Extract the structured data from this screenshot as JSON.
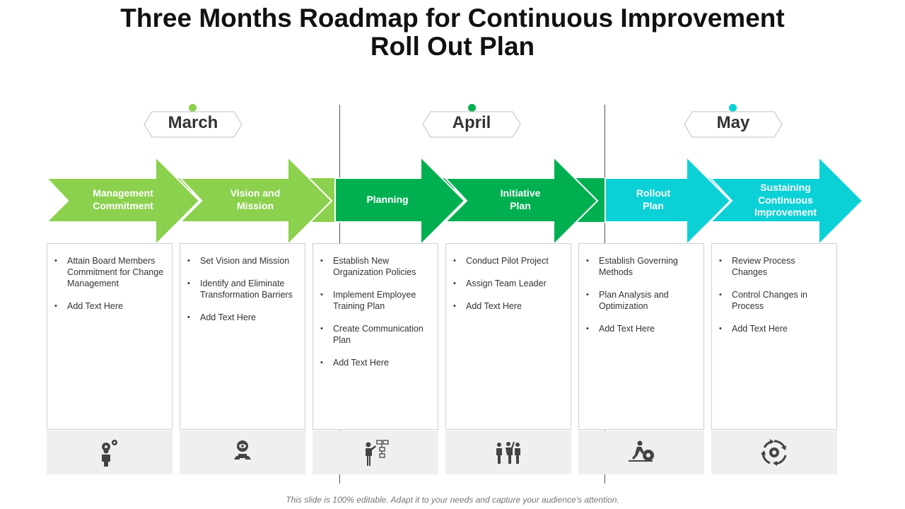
{
  "title_line1": "Three Months Roadmap for Continuous Improvement",
  "title_line2": "Roll Out Plan",
  "months": [
    {
      "label": "March",
      "color": "#8CD14E"
    },
    {
      "label": "April",
      "color": "#00B050"
    },
    {
      "label": "May",
      "color": "#0BD1D6"
    }
  ],
  "stages": [
    {
      "lines": [
        "Management",
        "Commitment"
      ],
      "color": "#8CD14E",
      "icon": "businessman-gears-icon",
      "bullets": [
        "Attain Board Members Commitment for Change Management",
        "Add Text Here"
      ]
    },
    {
      "lines": [
        "Vision and",
        "Mission"
      ],
      "color": "#8CD14E",
      "icon": "eye-vision-people-icon",
      "bullets": [
        "Set Vision and Mission",
        "Identify and Eliminate Transformation Barriers",
        "Add Text Here"
      ]
    },
    {
      "lines": [
        "Planning"
      ],
      "color": "#00B050",
      "icon": "presenter-flowchart-icon",
      "bullets": [
        "Establish New Organization Policies",
        "Implement Employee Training Plan",
        "Create Communication Plan",
        "Add Text Here"
      ]
    },
    {
      "lines": [
        "Initiative",
        "Plan"
      ],
      "color": "#00B050",
      "icon": "team-leader-icon",
      "bullets": [
        "Conduct Pilot Project",
        "Assign Team Leader",
        "Add Text Here"
      ]
    },
    {
      "lines": [
        "Rollout",
        "Plan"
      ],
      "color": "#0BD1D6",
      "icon": "worker-rolling-icon",
      "bullets": [
        "Establish Governing Methods",
        "Plan Analysis and Optimization",
        "Add Text Here"
      ]
    },
    {
      "lines": [
        "Sustaining",
        "Continuous",
        "Improvement"
      ],
      "color": "#0BD1D6",
      "icon": "cycle-gear-icon",
      "bullets": [
        "Review Process Changes",
        "Control Changes in Process",
        "Add Text Here"
      ]
    }
  ],
  "footer": "This slide is 100% editable. Adapt it to your needs and capture your audience's attention."
}
